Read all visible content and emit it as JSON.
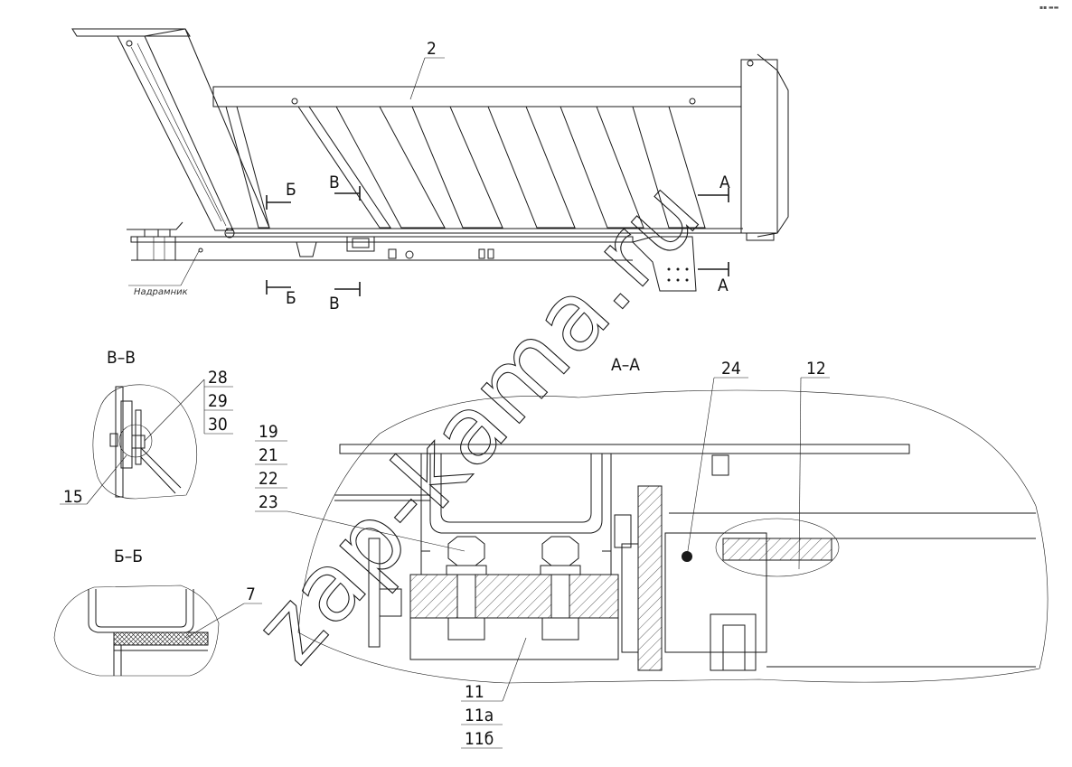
{
  "watermark": "zap-kama.ru",
  "corner_mark": "▪▪ ▬▬",
  "top_view": {
    "item_2": "2",
    "cut_b": "Б",
    "cut_v": "В",
    "cut_a": "А",
    "subframe_label": "Надрамник"
  },
  "section_vv": {
    "title": "В–В",
    "items": [
      "28",
      "29",
      "30",
      "15"
    ]
  },
  "section_bb": {
    "title": "Б–Б",
    "items": [
      "7"
    ]
  },
  "section_aa": {
    "title": "А–А",
    "items_left": [
      "19",
      "21",
      "22",
      "23"
    ],
    "item_24": "24",
    "item_12": "12",
    "items_bottom": [
      "11",
      "11а",
      "11б"
    ]
  }
}
